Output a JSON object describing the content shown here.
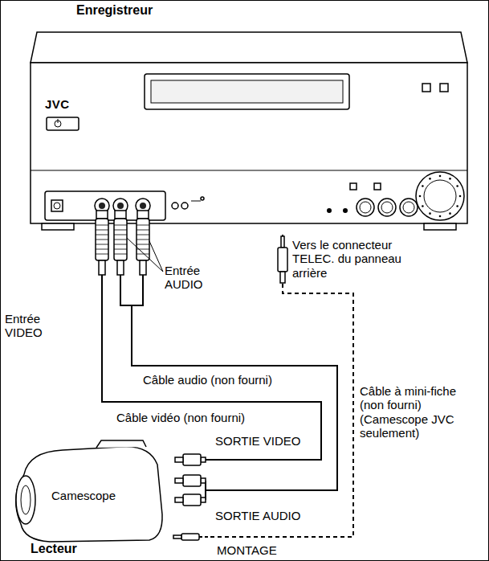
{
  "diagram": {
    "nodes": [
      {
        "text": [
          "Enregistreur",
          "JVC"
        ]
      },
      {
        "text": [
          "Camescope",
          "Lecteur"
        ]
      }
    ],
    "edges": [
      {
        "from": 1,
        "to": 0,
        "arrow": "none",
        "label": "Câble vidéo (non fourni)"
      },
      {
        "from": 1,
        "to": 0,
        "arrow": "none",
        "label": "Câble audio (non fourni)"
      },
      {
        "from": 1,
        "to": 0,
        "arrow": "none",
        "label": "Câble à mini-fiche (non fourni) (Camescope JVC seulement)"
      }
    ],
    "labels": [
      "Entrée VIDEO",
      "Entrée AUDIO",
      "Vers le connecteur TELEC. du panneau arrière",
      "SORTIE VIDEO",
      "SORTIE AUDIO",
      "MONTAGE"
    ]
  }
}
